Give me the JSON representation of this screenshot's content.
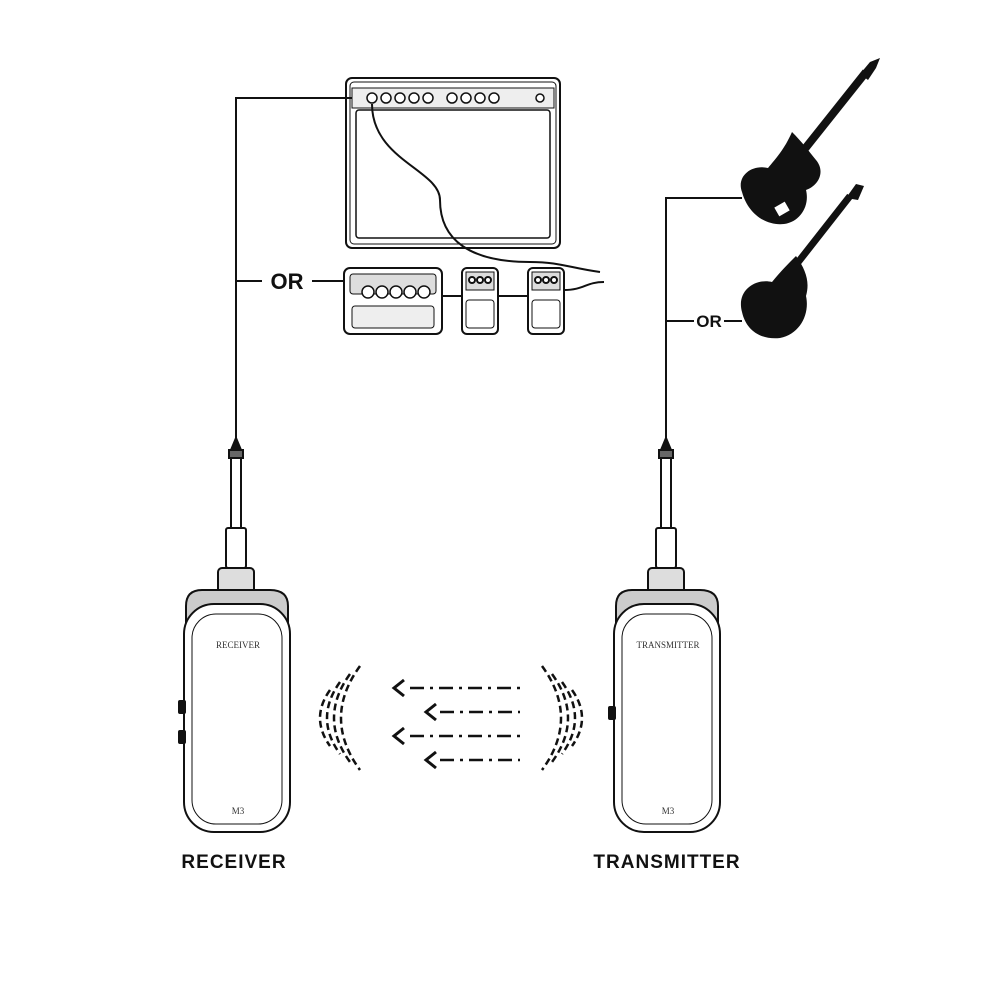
{
  "diagram": {
    "or_left": "OR",
    "or_right": "OR",
    "receiver_caption": "RECEIVER",
    "transmitter_caption": "TRANSMITTER",
    "receiver_device_label": "RECEIVER",
    "transmitter_device_label": "TRANSMITTER",
    "receiver_model": "M3",
    "transmitter_model": "M3",
    "icons": [
      "amplifier-icon",
      "effects-pedalboard-icon",
      "pedal-icon",
      "electric-guitar-icon",
      "bass-guitar-icon",
      "jack-plug-icon",
      "wireless-signal-icon",
      "arrow-left-icon"
    ]
  }
}
